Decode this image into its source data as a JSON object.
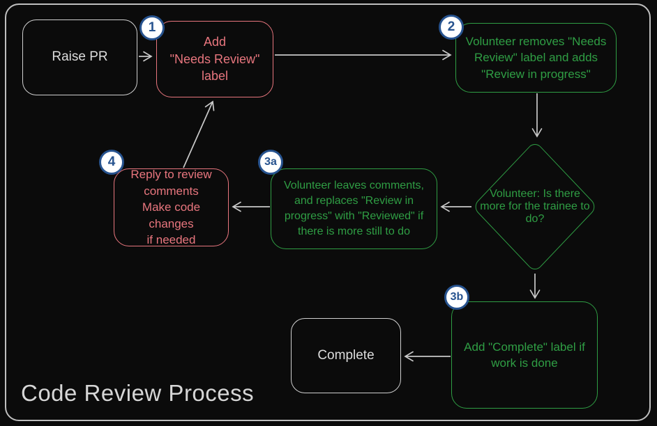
{
  "title": "Code Review Process",
  "nodes": {
    "raise_pr": {
      "label": "Raise PR"
    },
    "step1": {
      "badge": "1",
      "label": "Add\n\"Needs Review\"\nlabel"
    },
    "step2": {
      "badge": "2",
      "label": "Volunteer removes \"Needs\nReview\" label and adds\n\"Review in progress\""
    },
    "decision": {
      "label": "Volunteer:\nIs there more for\nthe trainee to do?"
    },
    "step3a": {
      "badge": "3a",
      "label": "Volunteer leaves comments,\nand replaces \"Review in\nprogress\" with \"Reviewed\" if\nthere is more still to do"
    },
    "step4": {
      "badge": "4",
      "label": "Reply to review\ncomments\nMake code changes\nif needed"
    },
    "step3b": {
      "badge": "3b",
      "label": "Add \"Complete\" label if\nwork is done"
    },
    "complete": {
      "label": "Complete"
    }
  },
  "edges": [
    {
      "from": "raise_pr",
      "to": "step1"
    },
    {
      "from": "step1",
      "to": "step2"
    },
    {
      "from": "step2",
      "to": "decision"
    },
    {
      "from": "decision",
      "to": "step3a"
    },
    {
      "from": "step3a",
      "to": "step4"
    },
    {
      "from": "step4",
      "to": "step1"
    },
    {
      "from": "decision",
      "to": "step3b"
    },
    {
      "from": "step3b",
      "to": "complete"
    }
  ],
  "colors": {
    "background": "#0b0b0b",
    "frame_border": "#bfbfbf",
    "neutral_node": "#d0d0d0",
    "red_node": "#e8767e",
    "green_node": "#2f9e44",
    "badge_ring": "#27538f",
    "badge_fill": "#ffffff",
    "connector": "#c9c9c9"
  }
}
